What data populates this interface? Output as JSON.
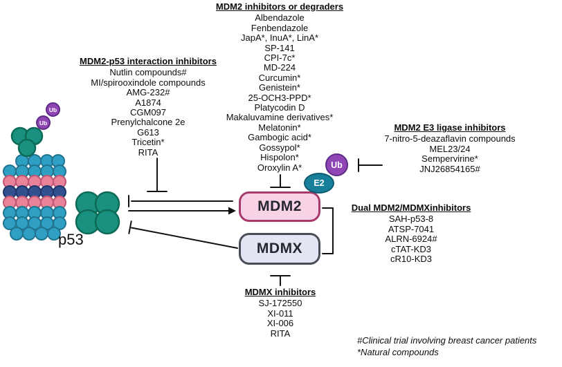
{
  "groups": {
    "mdm2_inhibitors": {
      "title": "MDM2 inhibitors or degraders",
      "items": [
        "Albendazole",
        "Fenbendazole",
        "JapA*, InuA*, LinA*",
        "SP-141",
        "CPI-7c*",
        "MD-224",
        "Curcumin*",
        "Genistein*",
        "25-OCH3-PPD*",
        "Platycodin D",
        "Makaluvamine derivatives*",
        "Melatonin*",
        "Gambogic acid*",
        "Gossypol*",
        "Hispolon*",
        "Oroxylin A*"
      ]
    },
    "interaction_inhibitors": {
      "title": "MDM2-p53 interaction inhibitors",
      "items": [
        "Nutlin compounds#",
        "MI/spirooxindole compounds",
        "AMG-232#",
        "A1874",
        "CGM097",
        "Prenylchalcone 2e",
        "G613",
        "Tricetin*",
        "RITA"
      ]
    },
    "e3_ligase_inhibitors": {
      "title": "MDM2 E3 ligase inhibitors",
      "items": [
        "7-nitro-5-deazaflavin compounds",
        "MEL23/24",
        "Sempervirine*",
        "JNJ26854165#"
      ]
    },
    "dual_inhibitors": {
      "title": "Dual MDM2/MDMXinhibitors",
      "items": [
        "SAH-p53-8",
        "ATSP-7041",
        "ALRN-6924#",
        "cTAT-KD3",
        "cR10-KD3"
      ]
    },
    "mdmx_inhibitors": {
      "title": "MDMX inhibitors",
      "items": [
        "SJ-172550",
        "XI-011",
        "XI-006",
        "RITA"
      ]
    }
  },
  "nodes": {
    "mdm2": {
      "label": "MDM2"
    },
    "mdmx": {
      "label": "MDMX"
    },
    "p53": {
      "label": "p53"
    },
    "e2": {
      "label": "E2"
    },
    "ub_e2": {
      "label": "Ub"
    },
    "ub_p53_1": {
      "label": "Ub"
    },
    "ub_p53_2": {
      "label": "Ub"
    }
  },
  "footnotes": {
    "line1": "#Clinical trial involving breast cancer patients",
    "line2": "*Natural compounds"
  },
  "colors": {
    "mdm2_fill": "#f8d3e6",
    "mdm2_border": "#a73a6a",
    "mdmx_fill": "#e3e5f2",
    "mdmx_border": "#4c4c58",
    "p53_teal": "#1a9180",
    "ub_purple": "#8f46b4",
    "e2_teal": "#177f99",
    "chromatin_blue": "#2f9fc4",
    "chromatin_pink": "#e8839a",
    "chromatin_navy": "#30508f",
    "line": "#111111"
  }
}
